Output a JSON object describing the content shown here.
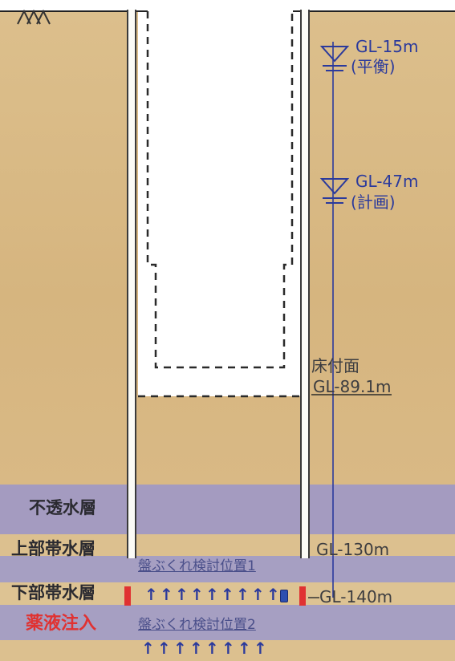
{
  "water_levels": [
    {
      "label": "GL-15m",
      "note": "(平衡)"
    },
    {
      "label": "GL-47m",
      "note": "(計画)"
    }
  ],
  "floor": {
    "label": "床付面",
    "depth": "GL-89.1m"
  },
  "layers": {
    "impermeable": "不透水層",
    "upper_aquifer": "上部帯水層",
    "lower_aquifer": "下部帯水層",
    "grout": "薬液注入"
  },
  "depths": {
    "upper": "GL-130m",
    "lower": "GL-140m"
  },
  "check_positions": [
    "盤ぶくれ検討位置1",
    "盤ぶくれ検討位置2"
  ],
  "arrow_glyph": "↑",
  "colors": {
    "soil": "#d8b884",
    "soil_light": "#dfc394",
    "clay": "#a49bc0",
    "water_line": "#2b3a9c",
    "grout": "#e03232",
    "marker": "#2d4fb0"
  }
}
